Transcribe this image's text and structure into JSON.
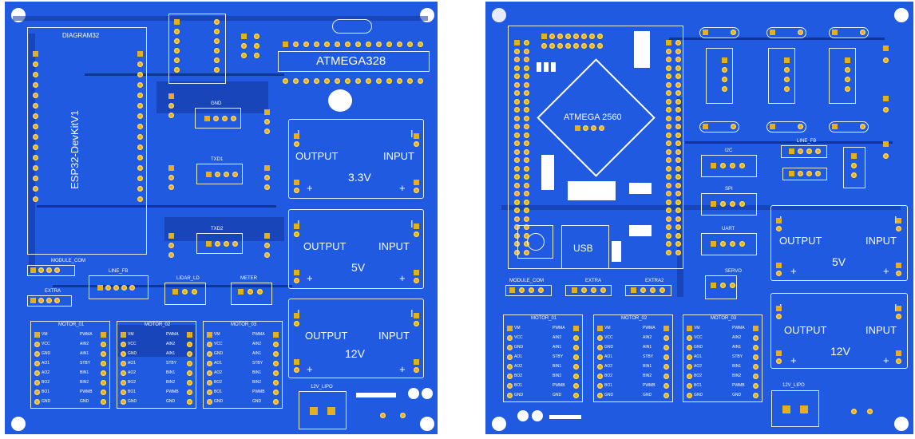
{
  "board_left": {
    "module_label": "ESP32-DevKitV1",
    "header_label": "DIAGRAM32",
    "mcu_label": "ATMEGA328",
    "connectors": [
      "GND",
      "TXD1",
      "TXD2",
      "MODULE_COM",
      "EXTRA",
      "LINE_FB",
      "LIDAR_LD",
      "METER"
    ],
    "regulators": [
      {
        "output": "OUTPUT",
        "input": "INPUT",
        "voltage": "3.3V",
        "plus": "+",
        "minus": "I"
      },
      {
        "output": "OUTPUT",
        "input": "INPUT",
        "voltage": "5V",
        "plus": "+",
        "minus": "I"
      },
      {
        "output": "OUTPUT",
        "input": "INPUT",
        "voltage": "12V",
        "plus": "+",
        "minus": "I"
      }
    ],
    "motors": [
      "MOTOR_01",
      "MOTOR_02",
      "MOTOR_03"
    ],
    "motor_pins_left": [
      "VM",
      "VCC",
      "GND",
      "AO1",
      "AO2",
      "BO2",
      "BO1",
      "GND"
    ],
    "motor_pins_right": [
      "PWMA",
      "AIN2",
      "AIN1",
      "STBY",
      "BIN1",
      "BIN2",
      "PWMB",
      "GND"
    ],
    "power_label": "12V_LIPO"
  },
  "board_right": {
    "mcu_label": "ATMEGA 2560",
    "usb_label": "USB",
    "connectors": [
      "MODULE_COM",
      "EXTRA",
      "EXTRA2",
      "I2C",
      "SPI",
      "UART",
      "LINE_FB",
      "SERVO"
    ],
    "regulators": [
      {
        "output": "OUTPUT",
        "input": "INPUT",
        "voltage": "5V",
        "plus": "+",
        "minus": "I"
      },
      {
        "output": "OUTPUT",
        "input": "INPUT",
        "voltage": "12V",
        "plus": "+",
        "minus": "I"
      }
    ],
    "motors": [
      "MOTOR_01",
      "MOTOR_02",
      "MOTOR_03"
    ],
    "power_label": "12V_LIPO"
  }
}
